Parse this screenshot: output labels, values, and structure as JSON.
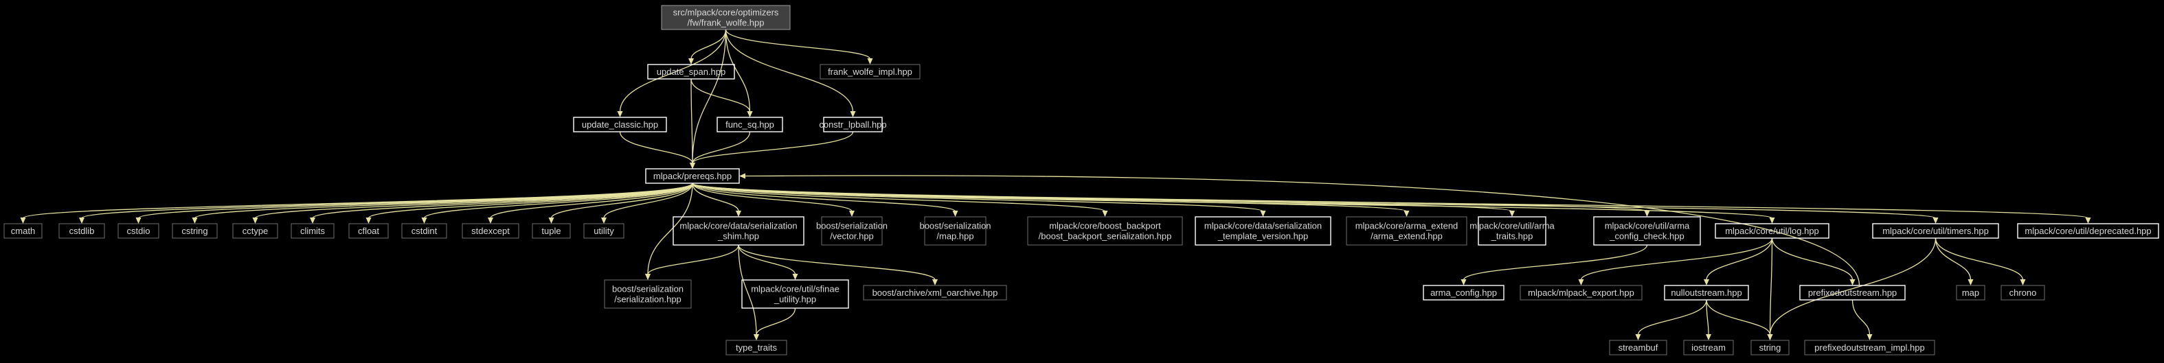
{
  "graph": {
    "nodes": [
      {
        "id": "root",
        "lines": [
          "src/mlpack/core/optimizers",
          "/fw/frank_wolfe.hpp"
        ],
        "style": "root"
      },
      {
        "id": "update_span",
        "lines": [
          "update_span.hpp"
        ],
        "style": "bold"
      },
      {
        "id": "fw_impl",
        "lines": [
          "frank_wolfe_impl.hpp"
        ],
        "style": "dim"
      },
      {
        "id": "update_classic",
        "lines": [
          "update_classic.hpp"
        ],
        "style": "bold"
      },
      {
        "id": "func_sq",
        "lines": [
          "func_sq.hpp"
        ],
        "style": "bold"
      },
      {
        "id": "constr_lpball",
        "lines": [
          "constr_lpball.hpp"
        ],
        "style": "bold"
      },
      {
        "id": "prereqs",
        "lines": [
          "mlpack/prereqs.hpp"
        ],
        "style": "bold"
      },
      {
        "id": "cmath",
        "lines": [
          "cmath"
        ],
        "style": "dim"
      },
      {
        "id": "cstdlib",
        "lines": [
          "cstdlib"
        ],
        "style": "dim"
      },
      {
        "id": "cstdio",
        "lines": [
          "cstdio"
        ],
        "style": "dim"
      },
      {
        "id": "cstring",
        "lines": [
          "cstring"
        ],
        "style": "dim"
      },
      {
        "id": "cctype",
        "lines": [
          "cctype"
        ],
        "style": "dim"
      },
      {
        "id": "climits",
        "lines": [
          "climits"
        ],
        "style": "dim"
      },
      {
        "id": "cfloat",
        "lines": [
          "cfloat"
        ],
        "style": "dim"
      },
      {
        "id": "cstdint",
        "lines": [
          "cstdint"
        ],
        "style": "dim"
      },
      {
        "id": "stdexcept",
        "lines": [
          "stdexcept"
        ],
        "style": "dim"
      },
      {
        "id": "tuple",
        "lines": [
          "tuple"
        ],
        "style": "dim"
      },
      {
        "id": "utility",
        "lines": [
          "utility"
        ],
        "style": "dim"
      },
      {
        "id": "ser_shim",
        "lines": [
          "mlpack/core/data/serialization",
          "_shim.hpp"
        ],
        "style": "bold"
      },
      {
        "id": "boost_vector",
        "lines": [
          "boost/serialization",
          "/vector.hpp"
        ],
        "style": "dim"
      },
      {
        "id": "boost_map",
        "lines": [
          "boost/serialization",
          "/map.hpp"
        ],
        "style": "dim"
      },
      {
        "id": "boost_backport",
        "lines": [
          "mlpack/core/boost_backport",
          "/boost_backport_serialization.hpp"
        ],
        "style": "dim"
      },
      {
        "id": "ser_template",
        "lines": [
          "mlpack/core/data/serialization",
          "_template_version.hpp"
        ],
        "style": "bold"
      },
      {
        "id": "arma_extend",
        "lines": [
          "mlpack/core/arma_extend",
          "/arma_extend.hpp"
        ],
        "style": "dim"
      },
      {
        "id": "arma_traits",
        "lines": [
          "mlpack/core/util/arma",
          "_traits.hpp"
        ],
        "style": "bold"
      },
      {
        "id": "arma_config_check",
        "lines": [
          "mlpack/core/util/arma",
          "_config_check.hpp"
        ],
        "style": "bold"
      },
      {
        "id": "log",
        "lines": [
          "mlpack/core/util/log.hpp"
        ],
        "style": "bold"
      },
      {
        "id": "timers",
        "lines": [
          "mlpack/core/util/timers.hpp"
        ],
        "style": "bold"
      },
      {
        "id": "deprecated",
        "lines": [
          "mlpack/core/util/deprecated.hpp"
        ],
        "style": "bold"
      },
      {
        "id": "boost_serialization",
        "lines": [
          "boost/serialization",
          "/serialization.hpp"
        ],
        "style": "dim"
      },
      {
        "id": "sfinae",
        "lines": [
          "mlpack/core/util/sfinae",
          "_utility.hpp"
        ],
        "style": "bold"
      },
      {
        "id": "xml_oarchive",
        "lines": [
          "boost/archive/xml_oarchive.hpp"
        ],
        "style": "dim"
      },
      {
        "id": "arma_config",
        "lines": [
          "arma_config.hpp"
        ],
        "style": "bold"
      },
      {
        "id": "mlpack_export",
        "lines": [
          "mlpack/mlpack_export.hpp"
        ],
        "style": "dim"
      },
      {
        "id": "nulloutstream",
        "lines": [
          "nulloutstream.hpp"
        ],
        "style": "bold"
      },
      {
        "id": "prefixedoutstream",
        "lines": [
          "prefixedoutstream.hpp"
        ],
        "style": "bold"
      },
      {
        "id": "map",
        "lines": [
          "map"
        ],
        "style": "dim"
      },
      {
        "id": "chrono",
        "lines": [
          "chrono"
        ],
        "style": "dim"
      },
      {
        "id": "type_traits",
        "lines": [
          "type_traits"
        ],
        "style": "dim"
      },
      {
        "id": "streambuf",
        "lines": [
          "streambuf"
        ],
        "style": "dim"
      },
      {
        "id": "iostream",
        "lines": [
          "iostream"
        ],
        "style": "dim"
      },
      {
        "id": "string",
        "lines": [
          "string"
        ],
        "style": "dim"
      },
      {
        "id": "prefixed_impl",
        "lines": [
          "prefixedoutstream_impl.hpp"
        ],
        "style": "dim"
      }
    ],
    "edges": [
      [
        "root",
        "update_span"
      ],
      [
        "root",
        "fw_impl"
      ],
      [
        "root",
        "update_classic"
      ],
      [
        "root",
        "func_sq"
      ],
      [
        "root",
        "constr_lpball"
      ],
      [
        "root",
        "prereqs"
      ],
      [
        "update_span",
        "func_sq"
      ],
      [
        "update_span",
        "prereqs"
      ],
      [
        "update_classic",
        "prereqs"
      ],
      [
        "func_sq",
        "prereqs"
      ],
      [
        "constr_lpball",
        "prereqs"
      ],
      [
        "prereqs",
        "cmath"
      ],
      [
        "prereqs",
        "cstdlib"
      ],
      [
        "prereqs",
        "cstdio"
      ],
      [
        "prereqs",
        "cstring"
      ],
      [
        "prereqs",
        "cctype"
      ],
      [
        "prereqs",
        "climits"
      ],
      [
        "prereqs",
        "cfloat"
      ],
      [
        "prereqs",
        "cstdint"
      ],
      [
        "prereqs",
        "stdexcept"
      ],
      [
        "prereqs",
        "tuple"
      ],
      [
        "prereqs",
        "utility"
      ],
      [
        "prereqs",
        "boost_serialization"
      ],
      [
        "prereqs",
        "ser_shim"
      ],
      [
        "prereqs",
        "boost_vector"
      ],
      [
        "prereqs",
        "boost_map"
      ],
      [
        "prereqs",
        "boost_backport"
      ],
      [
        "prereqs",
        "ser_template"
      ],
      [
        "prereqs",
        "arma_extend"
      ],
      [
        "prereqs",
        "arma_traits"
      ],
      [
        "prereqs",
        "arma_config_check"
      ],
      [
        "prereqs",
        "log"
      ],
      [
        "prereqs",
        "timers"
      ],
      [
        "prereqs",
        "deprecated"
      ],
      [
        "ser_shim",
        "boost_serialization"
      ],
      [
        "ser_shim",
        "sfinae"
      ],
      [
        "ser_shim",
        "xml_oarchive"
      ],
      [
        "ser_shim",
        "type_traits"
      ],
      [
        "sfinae",
        "type_traits"
      ],
      [
        "arma_config_check",
        "arma_config"
      ],
      [
        "log",
        "mlpack_export"
      ],
      [
        "log",
        "nulloutstream"
      ],
      [
        "log",
        "prefixedoutstream"
      ],
      [
        "log",
        "string"
      ],
      [
        "nulloutstream",
        "streambuf"
      ],
      [
        "nulloutstream",
        "iostream"
      ],
      [
        "nulloutstream",
        "string"
      ],
      [
        "prefixedoutstream",
        "prefixed_impl"
      ],
      [
        "prefixedoutstream",
        "prereqs"
      ],
      [
        "timers",
        "map"
      ],
      [
        "timers",
        "chrono"
      ],
      [
        "timers",
        "string"
      ]
    ]
  },
  "colors": {
    "background": "#000000",
    "edge": "#e6e3a0",
    "text": "#d8d8d8",
    "root_fill": "#404040",
    "bold_border": "#ffffff",
    "dim_border": "#6e6e6e"
  }
}
